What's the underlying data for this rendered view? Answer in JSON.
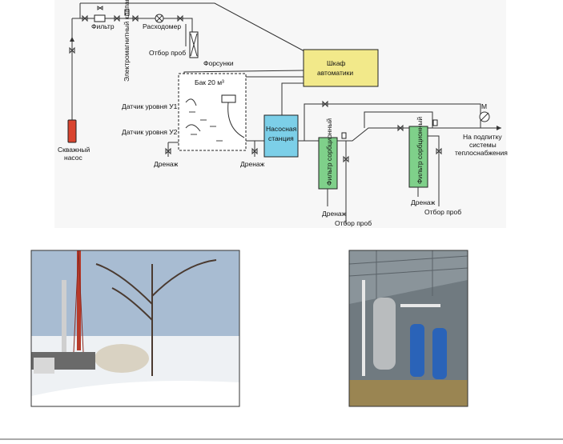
{
  "labels": {
    "filter": "Фильтр",
    "solenoid_valve": "Электромагнитный клапан",
    "flowmeter": "Расходомер",
    "sampling_top": "Отбор проб",
    "nozzles": "Форсунки",
    "automation_cabinet": "Шкаф автоматики",
    "tank": "Бак 20 м³",
    "level_sensor_1": "Датчик уровня У1",
    "level_sensor_2": "Датчик уровня У2",
    "well_pump": "Скважный насос",
    "drain_1": "Дренаж",
    "drain_2": "Дренаж",
    "drain_3": "Дренаж",
    "drain_4": "Дренаж",
    "pump_station": "Насосная станция",
    "sorption_filter_1": "Фильтр сорбционный",
    "sorption_filter_2": "Фильтр сорбционный",
    "sampling_1": "Отбор проб",
    "sampling_2": "Отбор проб",
    "manometer": "М",
    "to_heating": "На подпитку системы теплоснабжения"
  },
  "colors": {
    "cabinet": "#f2e98a",
    "pump_station": "#7ccfe8",
    "filter": "#7fd08a",
    "well_pump": "#d9442f"
  },
  "photos": {
    "left": "outdoor-site-photo",
    "right": "indoor-equipment-photo"
  }
}
